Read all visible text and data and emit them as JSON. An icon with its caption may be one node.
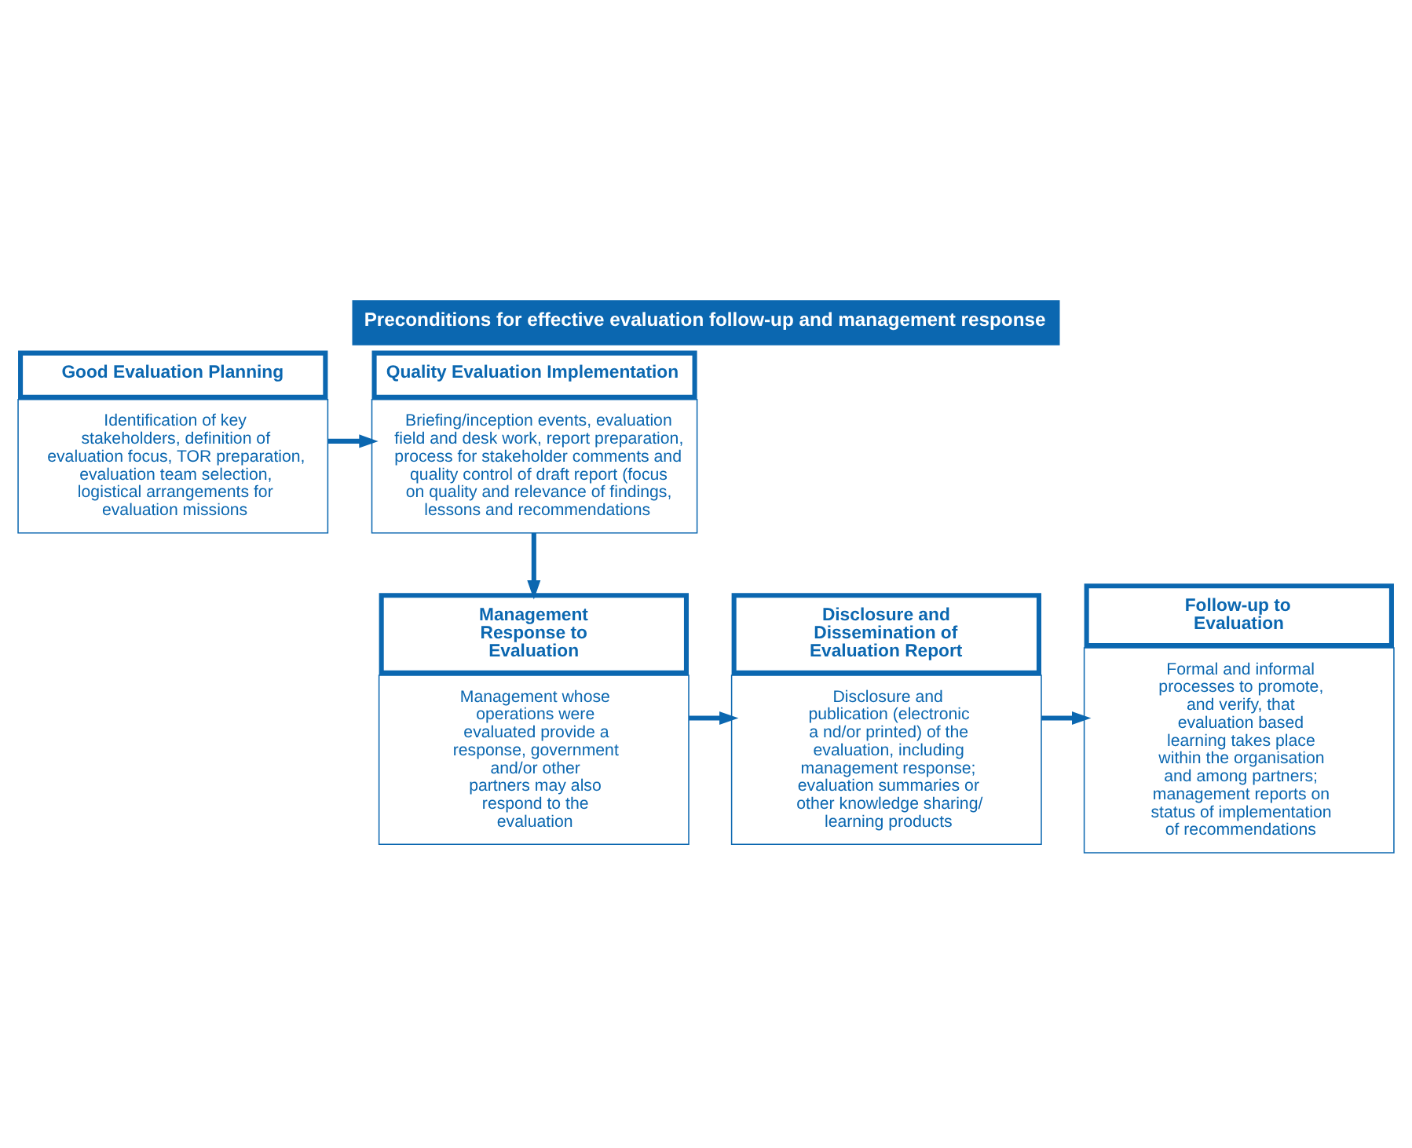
{
  "diagram": {
    "title": "Preconditions for effective evaluation follow-up and management response",
    "nodes": [
      {
        "text": [
          "Good Evaluation Planning",
          "Identification of key stakeholders, definition of evaluation focus, TOR preparation, evaluation team selection, logistical arrangements for evaluation missions"
        ]
      },
      {
        "text": [
          "Quality Evaluation Implementation",
          "Briefing/inception events, evaluation field and desk work, report preparation, process for stakeholder comments and quality control of draft report (focus on quality and relevance of findings, lessons and recommendations"
        ]
      },
      {
        "text": [
          "Management Response to Evaluation",
          "Management whose operations were evaluated provide a response, government and/or other partners may also respond to the evaluation"
        ]
      },
      {
        "text": [
          "Disclosure and Dissemination of Evaluation Report",
          "Disclosure and publication (electronic a nd/or printed) of the evaluation, including management response; evaluation summaries or other knowledge sharing/ learning products"
        ]
      },
      {
        "text": [
          "Follow-up to Evaluation",
          "Formal and informal processes to promote, and verify, that evaluation based learning takes place within the organisation and among partners; management reports on status of implementation of recommendations"
        ]
      }
    ],
    "edges": [
      {
        "from": 0,
        "to": 1,
        "arrow": "to"
      },
      {
        "from": 1,
        "to": 2,
        "arrow": "to"
      },
      {
        "from": 2,
        "to": 3,
        "arrow": "to"
      },
      {
        "from": 3,
        "to": 4,
        "arrow": "to"
      }
    ]
  }
}
